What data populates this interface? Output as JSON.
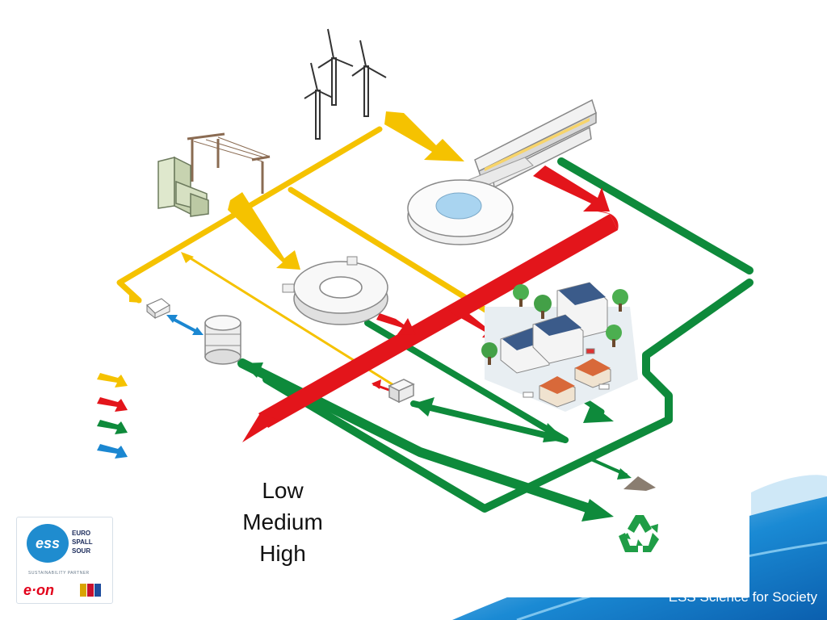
{
  "legend": {
    "low": "Low",
    "medium": "Medium",
    "high": "High",
    "colors": {
      "yellow": "#f5c200",
      "red": "#e3151b",
      "green": "#0e8a3b",
      "blue": "#1b87d1"
    }
  },
  "logo": {
    "ess_mark": "ess",
    "line1": "EURO",
    "line2": "SPALL",
    "line3": "SOUR",
    "partner": "SUSTAINABILITY PARTNER",
    "eon": "e·on"
  },
  "footer": {
    "tagline": "ESS Science for Society"
  },
  "icons": [
    "wind-turbine-icon",
    "power-line-icon",
    "substation-icon",
    "linac-tunnel-icon",
    "target-station-icon",
    "accumulator-ring-icon",
    "delivery-van-icon",
    "water-tank-icon",
    "heat-exchanger-icon",
    "residential-buildings-icon",
    "soil-heap-icon",
    "recycle-icon"
  ]
}
